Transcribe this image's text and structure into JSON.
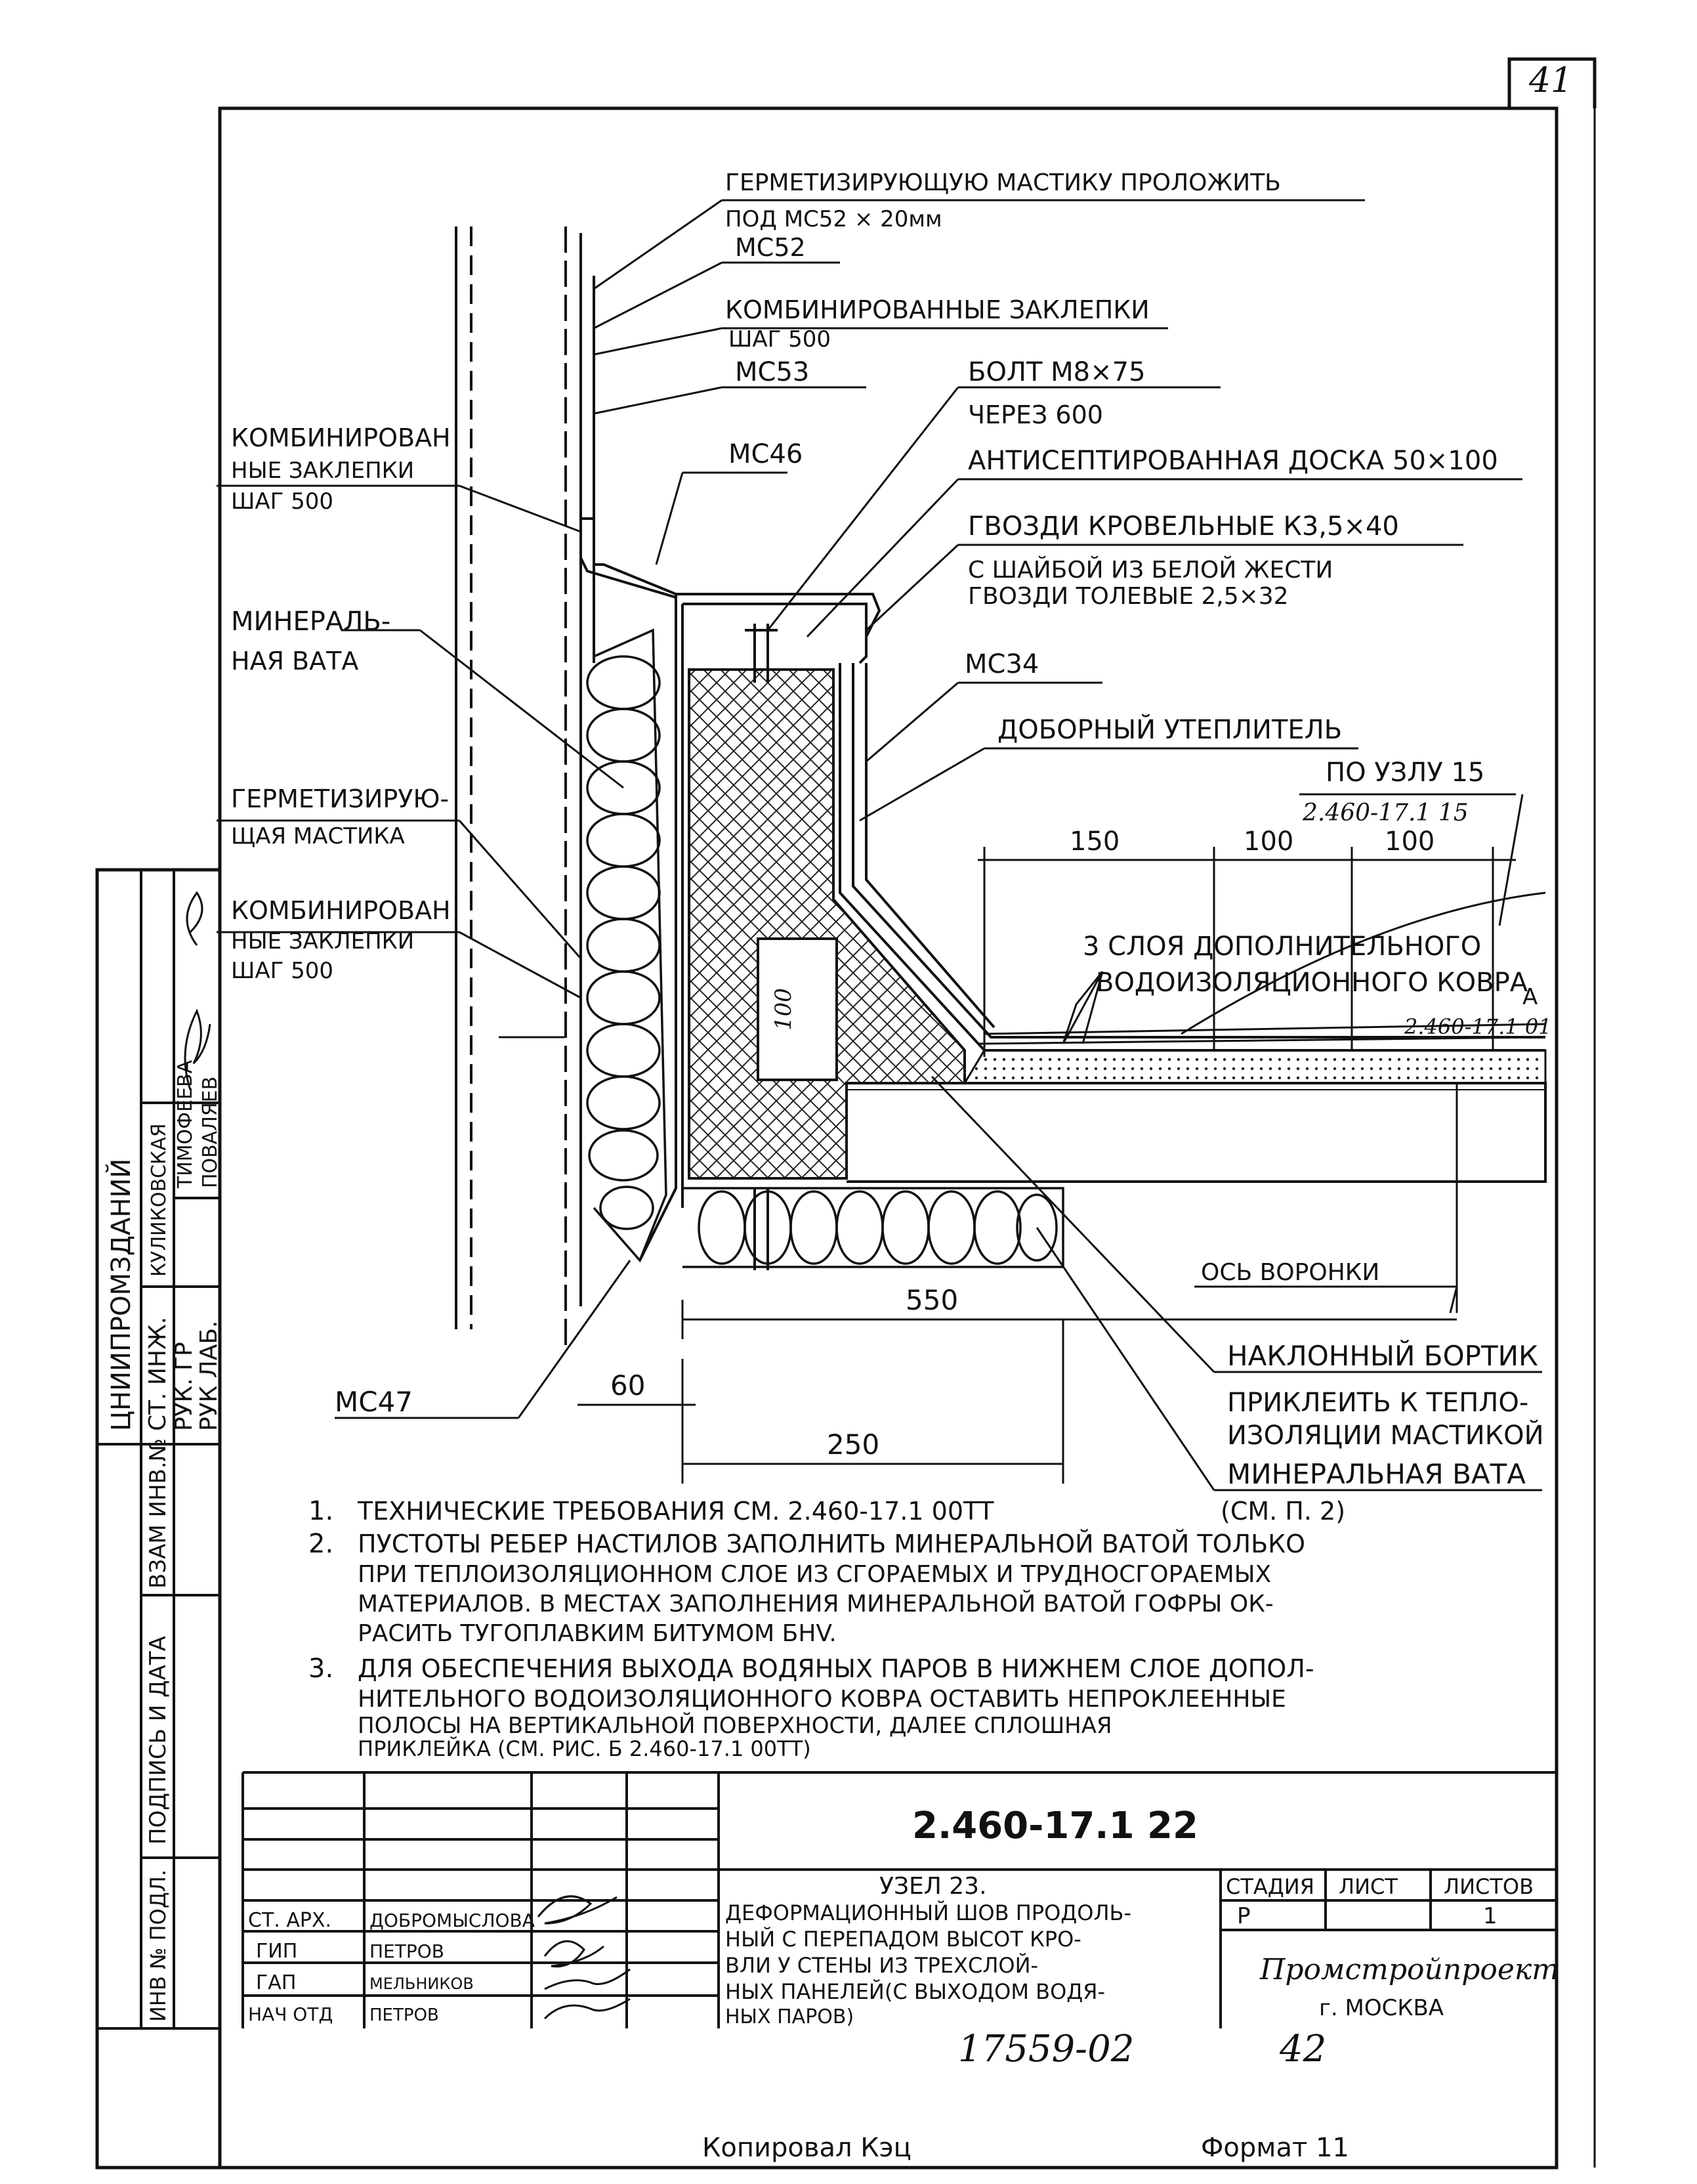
{
  "sheet_number": "41",
  "callouts": {
    "mastic_top": "ГЕРМЕТИЗИРУЮЩУЮ МАСТИКУ ПРОЛОЖИТЬ",
    "mastic_top_2": "ПОД МС52 × 20мм",
    "mc52": "МС52",
    "rivets_top": "КОМБИНИРОВАННЫЕ ЗАКЛЕПКИ",
    "rivets_top_step": "ШАГ 500",
    "mc53": "МС53",
    "bolt": "БОЛТ М8×75",
    "bolt_step": "ЧЕРЕЗ 600",
    "mc46": "МС46",
    "board": "АНТИСЕПТИРОВАННАЯ ДОСКА 50×100",
    "nails1": "ГВОЗДИ КРОВЕЛЬНЫЕ К3,5×40",
    "nails2": "С ШАЙБОЙ ИЗ БЕЛОЙ ЖЕСТИ",
    "nails3": "ГВОЗДИ ТОЛЕВЫЕ 2,5×32",
    "mc34": "МС34",
    "extra_insul": "ДОБОРНЫЙ УТЕПЛИТЕЛЬ",
    "node15": "ПО УЗЛУ 15",
    "node15_ref": "2.460-17.1 15",
    "rivets_left1a": "КОМБИНИРОВАН",
    "rivets_left1b": "НЫЕ ЗАКЛЕПКИ",
    "rivets_left1c": "ШАГ 500",
    "mineral_a": "МИНЕРАЛЬ-",
    "mineral_b": "НАЯ ВАТА",
    "sealant_a": "ГЕРМЕТИЗИРУЮ-",
    "sealant_b": "ЩАЯ МАСТИКА",
    "rivets_left2a": "КОМБИНИРОВАН",
    "rivets_left2b": "НЫЕ ЗАКЛЕПКИ",
    "rivets_left2c": "ШАГ 500",
    "layers1": "3 СЛОЯ ДОПОЛНИТЕЛЬНОГО",
    "layers2": "ВОДОИЗОЛЯЦИОННОГО КОВРА",
    "mark_a": "А",
    "ref_a": "2.460-17.1 01",
    "funnel_axis": "ОСЬ ВОРОНКИ",
    "slope_curb": "НАКЛОННЫЙ БОРТИК",
    "glue1": "ПРИКЛЕИТЬ К ТЕПЛО-",
    "glue2": "ИЗОЛЯЦИИ МАСТИКОЙ",
    "mineral_wool": "МИНЕРАЛЬНАЯ ВАТА",
    "see_p2": "(СМ. П. 2)",
    "mc47": "МС47",
    "inner_100": "100"
  },
  "dimensions": {
    "d150": "150",
    "d100a": "100",
    "d100b": "100",
    "d550": "550",
    "d60": "60",
    "d250": "250"
  },
  "notes": [
    {
      "num": "1.",
      "lines": [
        "ТЕХНИЧЕСКИЕ ТРЕБОВАНИЯ СМ. 2.460-17.1 00ТТ"
      ]
    },
    {
      "num": "2.",
      "lines": [
        "ПУСТОТЫ РЕБЕР НАСТИЛОВ ЗАПОЛНИТЬ МИНЕРАЛЬНОЙ ВАТОЙ ТОЛЬКО",
        "ПРИ ТЕПЛОИЗОЛЯЦИОННОМ СЛОЕ ИЗ СГОРАЕМЫХ И ТРУДНОСГОРАЕМЫХ",
        "МАТЕРИАЛОВ. В МЕСТАХ ЗАПОЛНЕНИЯ МИНЕРАЛЬНОЙ ВАТОЙ ГОФРЫ ОК-",
        "РАСИТЬ ТУГОПЛАВКИМ БИТУМОМ БНV."
      ]
    },
    {
      "num": "3.",
      "lines": [
        "ДЛЯ ОБЕСПЕЧЕНИЯ ВЫХОДА ВОДЯНЫХ ПАРОВ В НИЖНЕМ СЛОЕ ДОПОЛ-",
        "НИТЕЛЬНОГО ВОДОИЗОЛЯЦИОННОГО КОВРА ОСТАВИТЬ НЕПРОКЛЕЕННЫЕ",
        "ПОЛОСЫ НА ВЕРТИКАЛЬНОЙ ПОВЕРХНОСТИ, ДАЛЕЕ СПЛОШНАЯ",
        "ПРИКЛЕЙКА (СМ. РИС. Б 2.460-17.1 00ТТ)"
      ]
    }
  ],
  "side_stamp": {
    "org": "ЦНИИПРОМЗДАНИЙ",
    "roles": [
      "СТ. ИНЖ.",
      "РУК. ГР",
      "РУК ЛАБ."
    ],
    "names": [
      "КУЛИКОВСКАЯ",
      "ТИМОФЕЕВА",
      "ПОВАЛЯЕВ"
    ],
    "fields": [
      "ВЗАМ ИНВ.№",
      "ПОДПИСЬ И ДАТА",
      "ИНВ № ПОДЛ."
    ]
  },
  "title_block": {
    "code": "2.460-17.1 22",
    "title_lines": [
      "УЗЕЛ 23.",
      "ДЕФОРМАЦИОННЫЙ ШОВ ПРОДОЛЬ-",
      "НЫЙ С ПЕРЕПАДОМ ВЫСОТ КРО-",
      "ВЛИ У СТЕНЫ ИЗ ТРЕХСЛОЙ-",
      "НЫХ ПАНЕЛЕЙ(С ВЫХОДОМ ВОДЯ-",
      "НЫХ ПАРОВ)"
    ],
    "stage_label": "СТАДИЯ",
    "sheet_label": "ЛИСТ",
    "sheets_label": "ЛИСТОВ",
    "stage": "Р",
    "sheet": "",
    "sheets": "1",
    "org": "Промстройпроект",
    "city": "г. МОСКВА",
    "people": [
      {
        "role": "СТ. АРХ.",
        "name": "ДОБРОМЫСЛОВА"
      },
      {
        "role": "ГИП",
        "name": "ПЕТРОВ"
      },
      {
        "role": "ГАП",
        "name": "МЕЛЬНИКОВ"
      },
      {
        "role": "НАЧ ОТД",
        "name": "ПЕТРОВ"
      }
    ]
  },
  "bottom": {
    "archive_no": "17559-02",
    "page_no": "42",
    "copied": "Копировал Кэц",
    "format": "Формат 11"
  }
}
